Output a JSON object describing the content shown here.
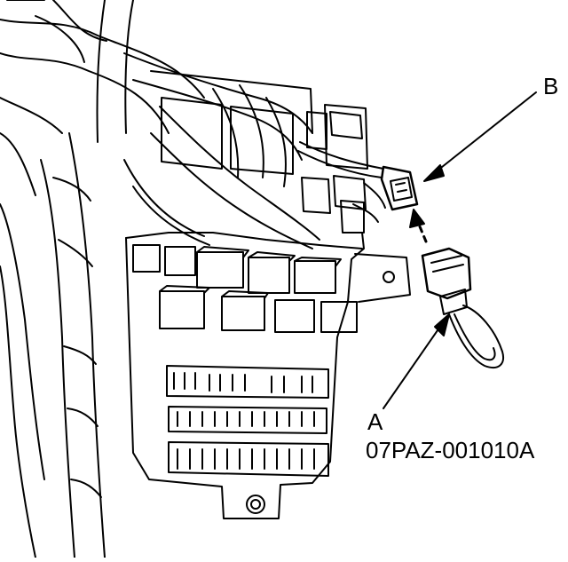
{
  "diagram": {
    "labels": {
      "b": "B",
      "a": "A",
      "a_part_number": "07PAZ-001010A"
    },
    "colors": {
      "line": "#000000",
      "background": "#ffffff"
    }
  }
}
